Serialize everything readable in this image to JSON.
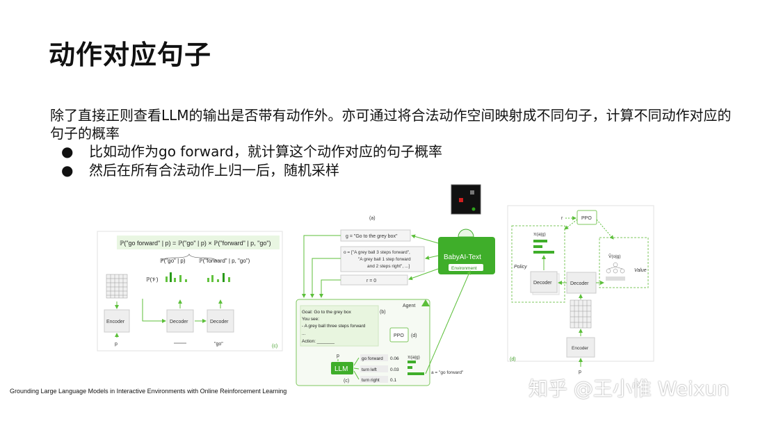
{
  "slide": {
    "title": "动作对应句子",
    "paragraph": "除了直接正则查看LLM的输出是否带有动作外。亦可通过将合法动作空间映射成不同句子，计算不同动作对应的句子的概率",
    "bullets": [
      "比如动作为go forward，就计算这个动作对应的句子概率",
      "然后在所有合法动作上归一后，随机采样"
    ],
    "caption": "Grounding Large Language Models in Interactive Environments with Online Reinforcement Learning",
    "watermark": "知乎 @王小惟 Weixun"
  },
  "figure": {
    "panel_c_left": {
      "formula": "ℙ(\"go forward\" | p) = ℙ(\"go\" | p) × ℙ(\"forward\" | p, \"go\")",
      "brace_go": "ℙ(\"go\" | p)",
      "brace_forward": "ℙ(\"forward\" | p, \"go\")",
      "pv": "ℙ(𝒱)",
      "encoder": "Encoder",
      "decoder1": "Decoder",
      "decoder2": "Decoder",
      "p": "p",
      "go": "\"go\"",
      "tag": "(c)"
    },
    "panel_a": {
      "tag": "(a)",
      "goal": "g = \"Go to the grey box\"",
      "obs_line1": "o = [\"A grey ball 3 steps forward\",",
      "obs_line2": "\"A grey ball 1 step forward",
      "obs_line3": "and 2 steps right\",     ...]",
      "reward": "r = 0",
      "env_name": "BabyAI-Text",
      "env_label": "Environment",
      "agent": "Agent",
      "prompt_lines": [
        "Goal: Go to the grey box",
        "You see:",
        "- A grey ball three steps forward",
        "...",
        "Action: _______"
      ],
      "tag_b": "(b)",
      "ppo": "PPO",
      "tag_d": "(d)",
      "p": "p",
      "llm": "LLM",
      "tag_c": "(c)",
      "actions": [
        {
          "label": "go forward",
          "prob": "0.06"
        },
        {
          "label": "turn left",
          "prob": "0.03"
        },
        {
          "label": "turn right",
          "prob": "0.1"
        }
      ],
      "pi": "π(a|g)",
      "action_out": "a = \"go forward\""
    },
    "panel_d": {
      "r": "r",
      "ppo": "PPO",
      "pi": "π(a|g)",
      "policy": "Policy",
      "decoder_left": "Decoder",
      "decoder_mid": "Decoder",
      "value_fn": "V̂(o|g)",
      "value": "Value",
      "encoder": "Encoder",
      "p": "p",
      "tag": "(d)"
    }
  }
}
